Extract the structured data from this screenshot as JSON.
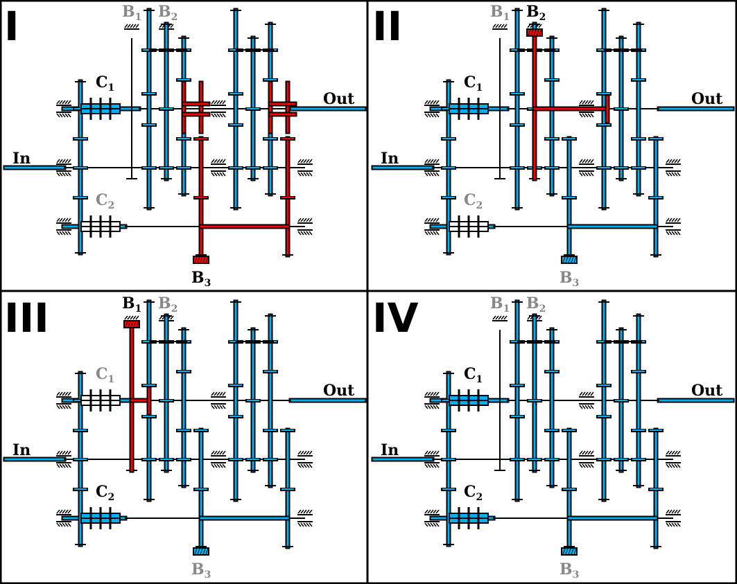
{
  "colors": {
    "active_color": "#ff0000",
    "inactive_color": "#00b0f0",
    "outline_color": "#000000",
    "label_active": "#000000",
    "label_inactive": "#888888",
    "background": "#ffffff"
  },
  "labels": {
    "in": "In",
    "out": "Out",
    "c1": "C",
    "c2": "C",
    "b1": "B",
    "b2": "B",
    "b3": "B",
    "sub1": "1",
    "sub2": "2",
    "sub3": "3"
  },
  "panels": [
    {
      "numeral": "I",
      "c1": true,
      "c2": false,
      "b1": false,
      "b2": false,
      "b3": true,
      "red_groups": [
        "b3"
      ]
    },
    {
      "numeral": "II",
      "c1": true,
      "c2": false,
      "b1": false,
      "b2": true,
      "b3": false,
      "red_groups": [
        "b2"
      ]
    },
    {
      "numeral": "III",
      "c1": false,
      "c2": true,
      "b1": true,
      "b2": false,
      "b3": false,
      "red_groups": [
        "b1"
      ]
    },
    {
      "numeral": "IV",
      "c1": true,
      "c2": true,
      "b1": false,
      "b2": false,
      "b3": false,
      "red_groups": []
    }
  ]
}
